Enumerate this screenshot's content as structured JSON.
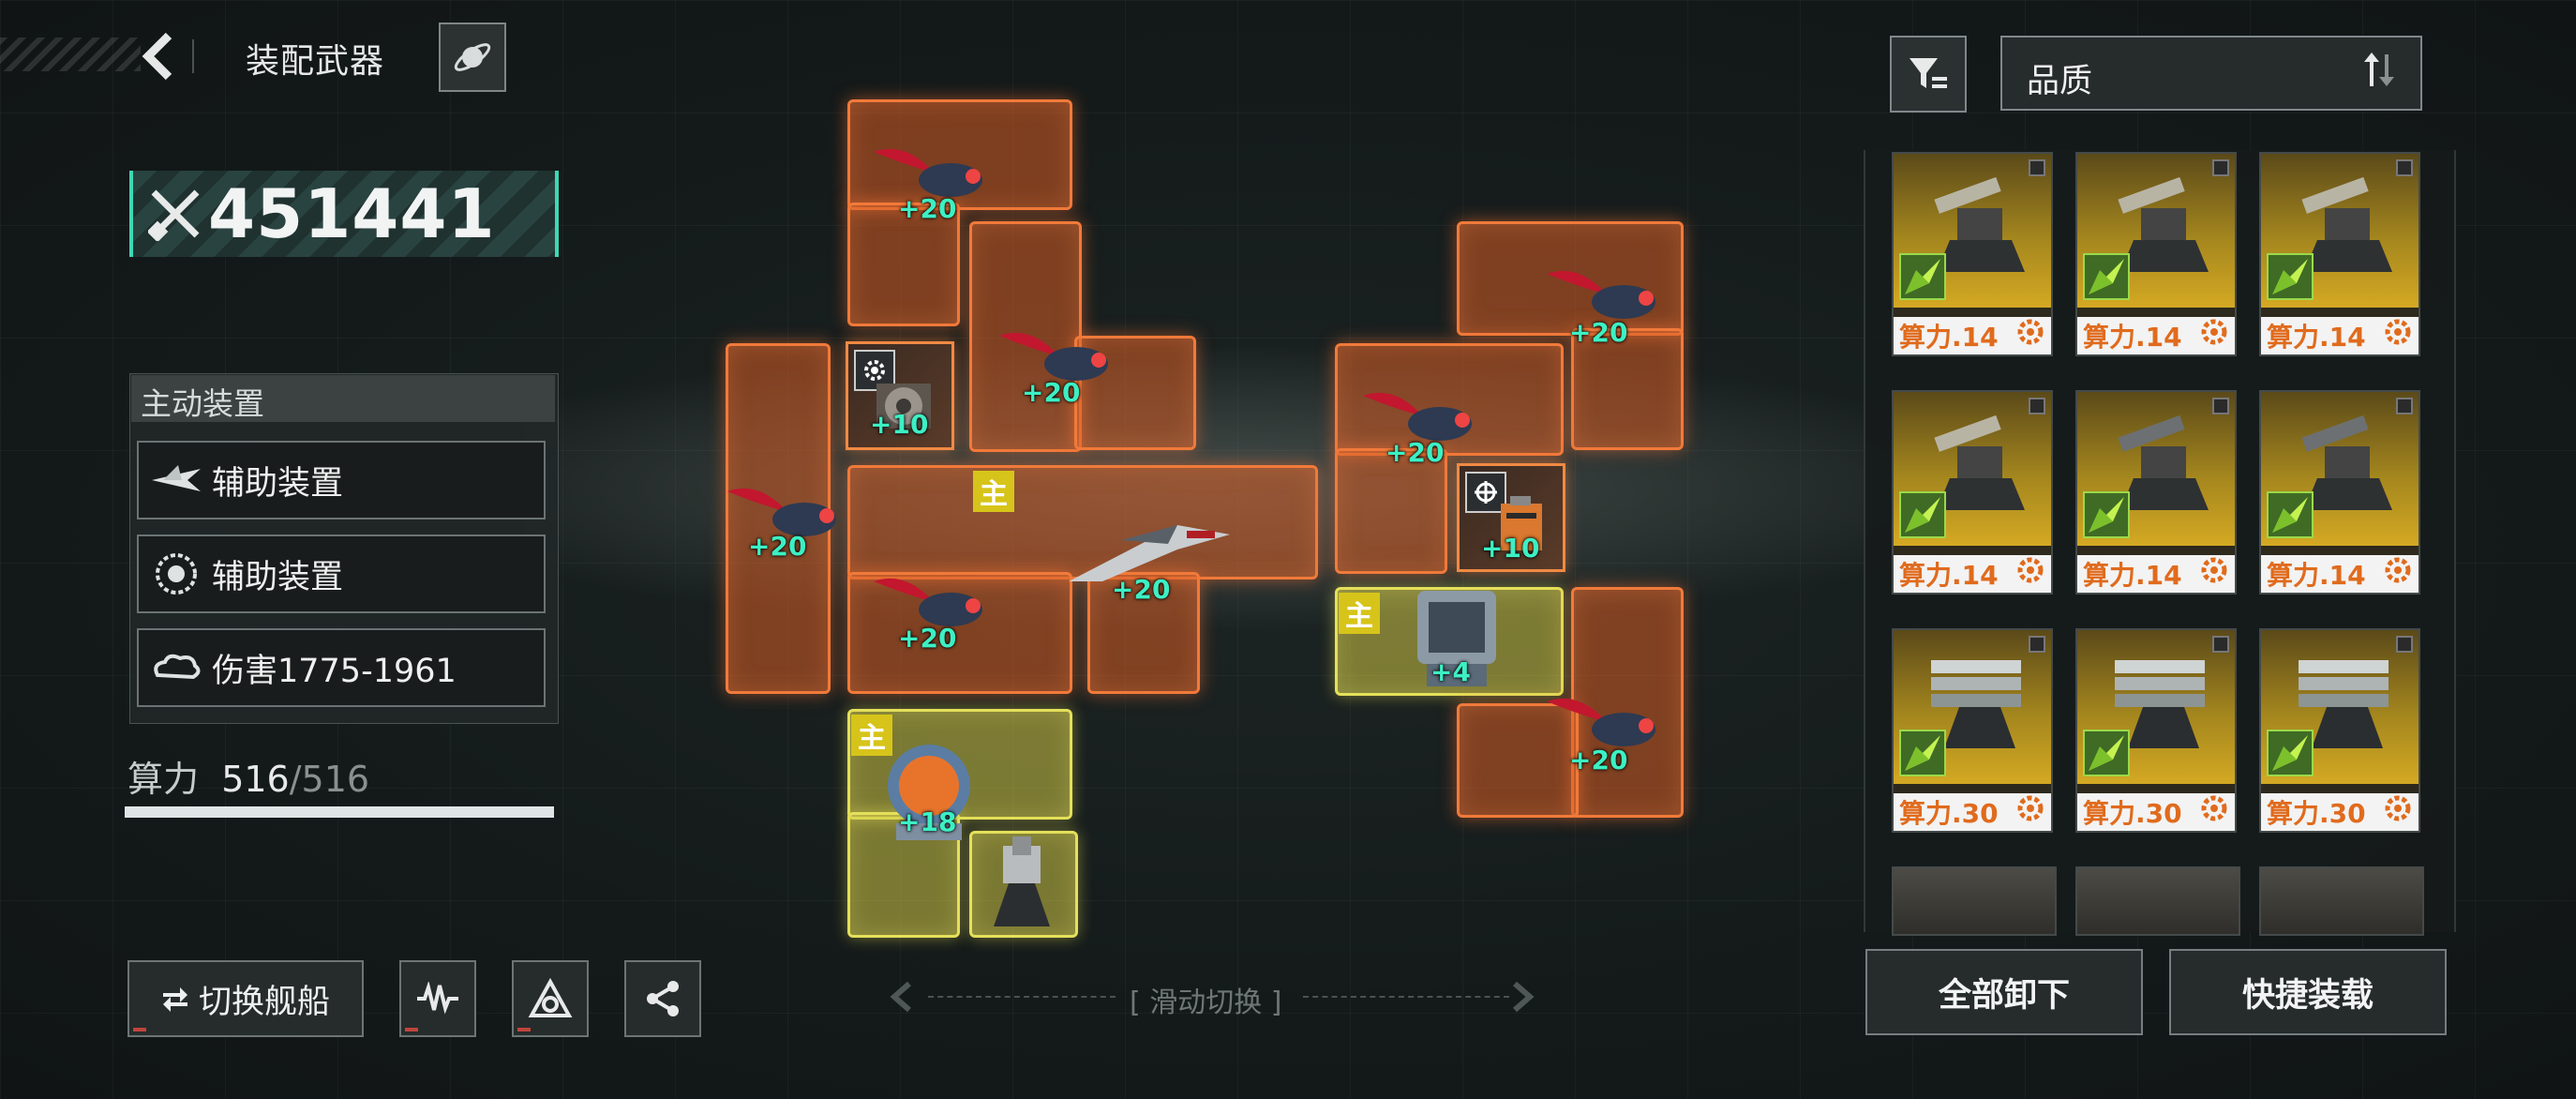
{
  "header": {
    "title": "装配武器",
    "back_icon": "chevron-left-icon",
    "planet_icon": "planet-icon"
  },
  "power": {
    "value": "451441",
    "icon": "crossed-swords-icon",
    "accent": "#3dd8b4"
  },
  "devices": {
    "title": "主动装置",
    "items": [
      {
        "icon": "jet-icon",
        "label": "辅助装置"
      },
      {
        "icon": "radial-icon",
        "label": "辅助装置"
      },
      {
        "icon": "cloud-icon",
        "label": "伤害1775-1961"
      }
    ]
  },
  "calc": {
    "label": "算力",
    "used": "516",
    "total": "/516",
    "fraction": 1.0
  },
  "bottom_left": {
    "switch_label": "切换舰船",
    "buttons": [
      "waveform-icon",
      "triangle-swirl-icon",
      "share-icon"
    ]
  },
  "slots": {
    "main_tag": "主",
    "bonuses": {
      "a": "+20",
      "b": "+10",
      "c": "+20",
      "d": "+20",
      "e": "+20",
      "f": "+20",
      "g": "+20",
      "h": "+20",
      "i": "+10",
      "j": "+4",
      "k": "+20",
      "l": "+18"
    },
    "colors": {
      "orange": "#f17a3a",
      "yellow": "#e4e05a",
      "bonus": "#3cf0c4"
    }
  },
  "swipe": {
    "label": "滑动切换"
  },
  "inventory": {
    "sort_label": "品质",
    "filter_icon": "filter-icon",
    "sort_icon": "sort-icon",
    "items": [
      {
        "cost": "算力.14",
        "art": "cannon"
      },
      {
        "cost": "算力.14",
        "art": "cannon"
      },
      {
        "cost": "算力.14",
        "art": "cannon"
      },
      {
        "cost": "算力.14",
        "art": "cannon"
      },
      {
        "cost": "算力.14",
        "art": "cannon-dark"
      },
      {
        "cost": "算力.14",
        "art": "cannon-dark"
      },
      {
        "cost": "算力.30",
        "art": "gatling"
      },
      {
        "cost": "算力.30",
        "art": "gatling"
      },
      {
        "cost": "算力.30",
        "art": "gatling"
      }
    ]
  },
  "actions": {
    "unload_all": "全部卸下",
    "quick_equip": "快捷装载"
  }
}
